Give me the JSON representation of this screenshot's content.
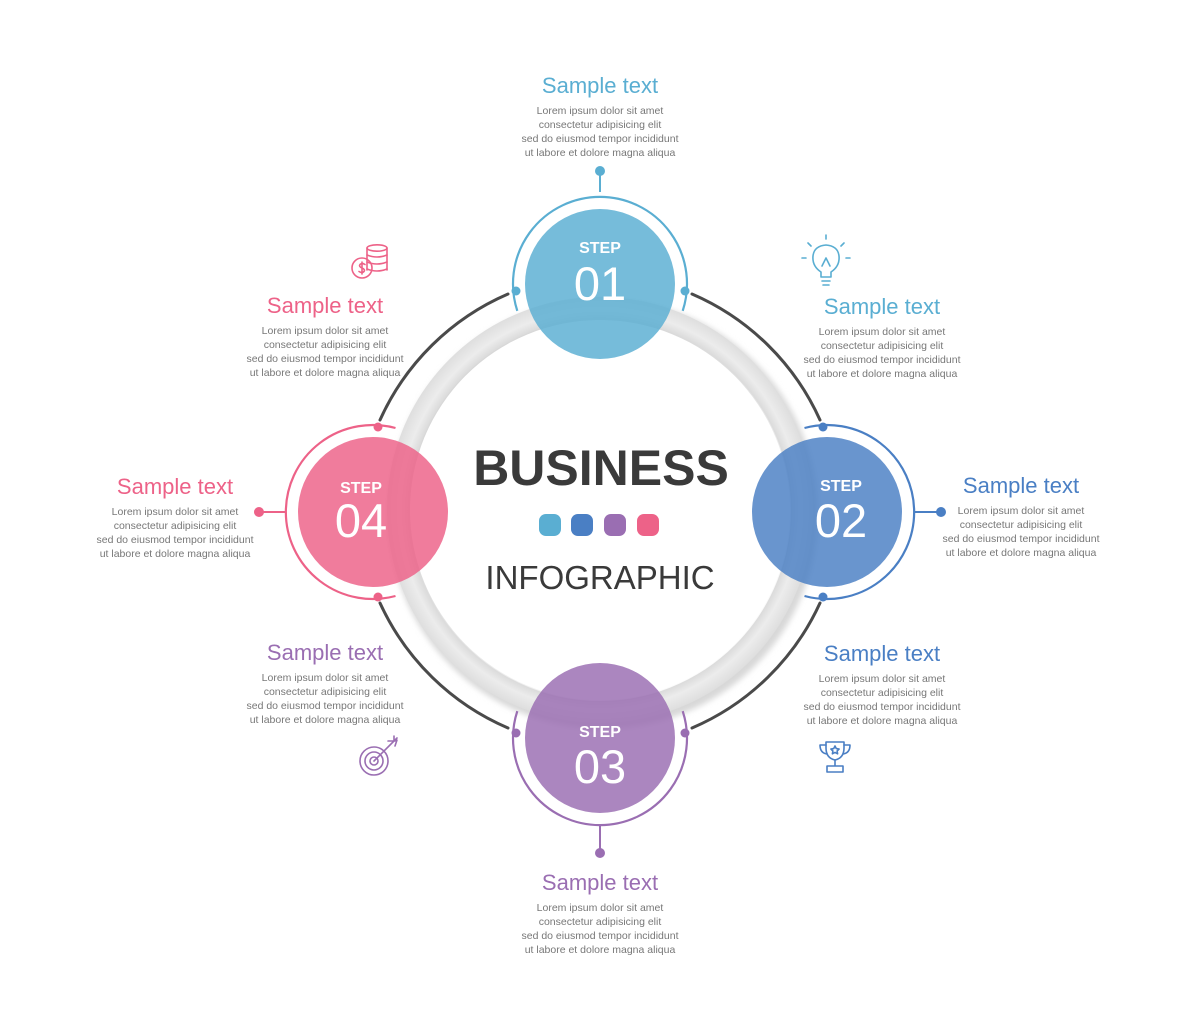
{
  "colors": {
    "step1": "#5aaed2",
    "step2": "#4a7fc4",
    "step3": "#9a6eb2",
    "step4": "#ed6288",
    "connector": "#4a4a4a",
    "ring": "#e6e6e6",
    "text": "#3a3a3a",
    "body": "#777777"
  },
  "center": {
    "title": "BUSINESS",
    "subtitle": "INFOGRAPHIC"
  },
  "steps": [
    {
      "label": "STEP",
      "number": "01"
    },
    {
      "label": "STEP",
      "number": "02"
    },
    {
      "label": "STEP",
      "number": "03"
    },
    {
      "label": "STEP",
      "number": "04"
    }
  ],
  "blocks": [
    {
      "id": "top",
      "title": "Sample text",
      "lines": [
        "Lorem ipsum dolor sit amet",
        "consectetur adipisicing elit",
        "sed do eiusmod tempor incididunt",
        "ut labore et dolore magna aliqua"
      ]
    },
    {
      "id": "top-right",
      "title": "Sample text",
      "lines": [
        "Lorem ipsum dolor sit amet",
        "consectetur adipisicing elit",
        "sed do eiusmod tempor incididunt",
        "ut labore et dolore magna aliqua"
      ]
    },
    {
      "id": "right",
      "title": "Sample text",
      "lines": [
        "Lorem ipsum dolor sit amet",
        "consectetur adipisicing elit",
        "sed do eiusmod tempor incididunt",
        "ut labore et dolore magna aliqua"
      ]
    },
    {
      "id": "bottom-right",
      "title": "Sample text",
      "lines": [
        "Lorem ipsum dolor sit amet",
        "consectetur adipisicing elit",
        "sed do eiusmod tempor incididunt",
        "ut labore et dolore magna aliqua"
      ]
    },
    {
      "id": "bottom",
      "title": "Sample text",
      "lines": [
        "Lorem ipsum dolor sit amet",
        "consectetur adipisicing elit",
        "sed do eiusmod tempor incididunt",
        "ut labore et dolore magna aliqua"
      ]
    },
    {
      "id": "bottom-left",
      "title": "Sample text",
      "lines": [
        "Lorem ipsum dolor sit amet",
        "consectetur adipisicing elit",
        "sed do eiusmod tempor incididunt",
        "ut labore et dolore magna aliqua"
      ]
    },
    {
      "id": "left",
      "title": "Sample text",
      "lines": [
        "Lorem ipsum dolor sit amet",
        "consectetur adipisicing elit",
        "sed do eiusmod tempor incididunt",
        "ut labore et dolore magna aliqua"
      ]
    },
    {
      "id": "top-left",
      "title": "Sample text",
      "lines": [
        "Lorem ipsum dolor sit amet",
        "consectetur adipisicing elit",
        "sed do eiusmod tempor incididunt",
        "ut labore et dolore magna aliqua"
      ]
    }
  ],
  "icons": {
    "top_left": "coins-icon",
    "top_right": "lightbulb-icon",
    "bottom_right": "trophy-icon",
    "bottom_left": "target-icon"
  }
}
